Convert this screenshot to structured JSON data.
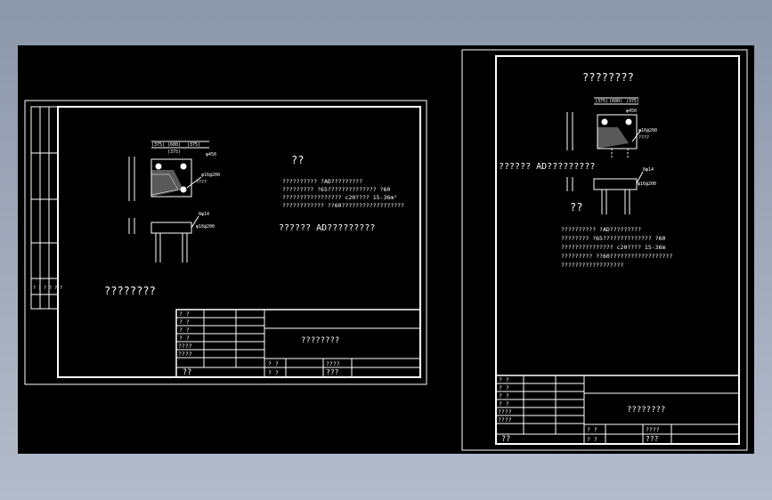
{
  "sheet_left": {
    "main_title": "????????",
    "pipe_label": "??",
    "spec_lines": [
      "?????????? ?AD?????????",
      "????????? ?65??????????????  ?60",
      "?????????????????   c20???? 15-36m²",
      "???????????? ??60??????????????????"
    ],
    "bolt_section": "?????? AD?????????",
    "dims_top": [
      "(375)",
      "(600)",
      "(375)",
      "(375)"
    ],
    "label_phi": "φ450",
    "label_bar": "φ16@200",
    "label_bar2": "????",
    "label_bar3": "8φ14",
    "side_stamp": "? ?  ? ?  ? ?",
    "titleblock_rows": [
      "? ?",
      "? ?",
      "? ?",
      "? ?",
      "????",
      "????",
      "??"
    ],
    "titleblock_name": "????????",
    "titleblock_bottom": [
      "? ?",
      "? ?",
      "????",
      "???"
    ]
  },
  "sheet_right": {
    "main_title": "????????",
    "pipe_label": "??",
    "bolt_section": "?????? AD?????????",
    "spec_lines": [
      "??????????  ?AD?????????",
      "????????  ?65??????????????    ?60",
      "???????????????     c20???? 15-36m",
      "?????????     ??60??????????????????",
      "??????????????????"
    ],
    "dims_top": [
      "(375)",
      "(600)",
      "(375)"
    ],
    "label_phi": "φ450",
    "label_bar": "φ16@200",
    "label_bar2": "????",
    "label_bar3": "8φ14",
    "titleblock_rows": [
      "? ?",
      "? ?",
      "? ?",
      "? ?",
      "????",
      "????",
      "??"
    ],
    "titleblock_name": "????????",
    "titleblock_bottom": [
      "? ?",
      "? ?",
      "????",
      "???"
    ]
  },
  "colors": {
    "background": "#000000",
    "line": "#ffffff",
    "chrome": "#9aa3b5"
  }
}
